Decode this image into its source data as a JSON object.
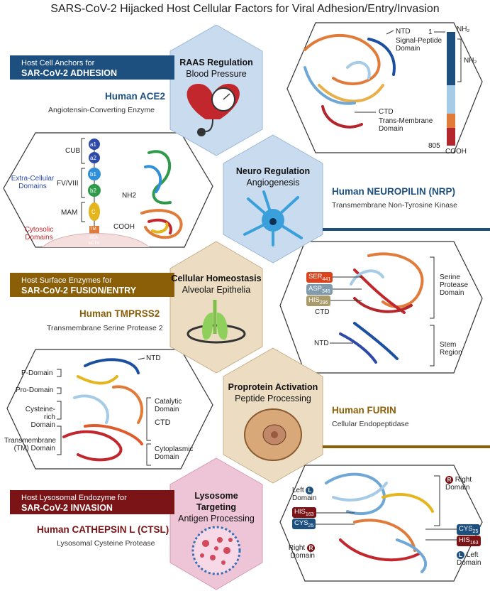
{
  "title": "SARS-CoV-2 Hijacked Host Cellular Factors for Viral Adhesion/Entry/Invasion",
  "colors": {
    "blue": "#1d4f7f",
    "gold": "#8a5f08",
    "red": "#7a1416",
    "hexBlue": "#c9dcef",
    "hexTan": "#ecdcc1",
    "hexPink": "#eec5d6"
  },
  "ace2": {
    "banner_line1": "Host Cell Anchors for",
    "banner_line2": "SAR-CoV-2 ADHESION",
    "name": "Human ACE2",
    "sub": "Angiotensin-Converting Enzyme",
    "hex_title": "RAAS Regulation",
    "hex_sub": "Blood Pressure",
    "ntd": "NTD",
    "sp1": "Signal-Peptide",
    "sp2": "Domain",
    "ctd": "CTD",
    "tm1": "Trans-Membrane",
    "tm2": "Domain",
    "n1": "1",
    "nh2": "NH₂",
    "nh2b": "NH₂",
    "n805": "805",
    "cooh": "COOH"
  },
  "nrp": {
    "hex_title": "Neuro Regulation",
    "hex_sub": "Angiogenesis",
    "name": "Human NEUROPILIN (NRP)",
    "sub": "Transmembrane Non-Tyrosine Kinase",
    "cub": "CUB",
    "fv": "FV/VIII",
    "mam": "MAM",
    "a1": "a1",
    "a2": "a2",
    "b1": "b1",
    "b2": "b2",
    "c": "C",
    "tm": "TM",
    "sea": "SEA",
    "motif": "MOTIF",
    "extra1": "Extra-Cellular",
    "extra2": "Domains",
    "cyto1": "Cytosolic",
    "cyto2": "Domains",
    "nh2": "NH2",
    "cooh": "COOH"
  },
  "tmprss2": {
    "banner_line1": "Host Surface Enzymes for",
    "banner_line2": "SAR-CoV-2 FUSION/ENTRY",
    "name": "Human TMPRSS2",
    "sub": "Transmembrane Serine Protease 2",
    "hex_title": "Cellular Homeostasis",
    "hex_sub": "Alveolar Epithelia",
    "ser": "SER",
    "ser_n": "441",
    "asp": "ASP",
    "asp_n": "345",
    "his": "HIS",
    "his_n": "296",
    "ctd": "CTD",
    "ntd": "NTD",
    "spd1": "Serine",
    "spd2": "Protease",
    "spd3": "Domain",
    "stem1": "Stem",
    "stem2": "Region"
  },
  "furin": {
    "hex_title": "Proprotein Activation",
    "hex_sub": "Peptide Processing",
    "name": "Human FURIN",
    "sub": "Cellular Endopeptidase",
    "ntd": "NTD",
    "pdom": "P-Domain",
    "prodom": "Pro-Domain",
    "cys1": "Cysteine-rich",
    "cys2": "Domain",
    "tm1": "Transmembrane",
    "tm2": "(TM) Domain",
    "cat1": "Catalytic",
    "cat2": "Domain",
    "ctd": "CTD",
    "cyt1": "Cytoplasmic",
    "cyt2": "Domain"
  },
  "ctsl": {
    "banner_line1": "Host Lysosomal Endozyme for",
    "banner_line2": "SAR-CoV-2 INVASION",
    "name": "Human CATHEPSIN L (CTSL)",
    "sub": "Lysosomal Cysteine Protease",
    "hex_title": "Lysosome Targeting",
    "hex_sub": "Antigen Processing",
    "left1": "Left",
    "left2": "Domain",
    "right1": "Right",
    "right2": "Domain",
    "his": "HIS",
    "his_n": "163",
    "cys": "CYS",
    "cys_n": "25",
    "rd1": "Right",
    "rd2": "Domain",
    "ld1": "Left",
    "ld2": "Domain",
    "rmark": "R",
    "lmark": "L"
  }
}
